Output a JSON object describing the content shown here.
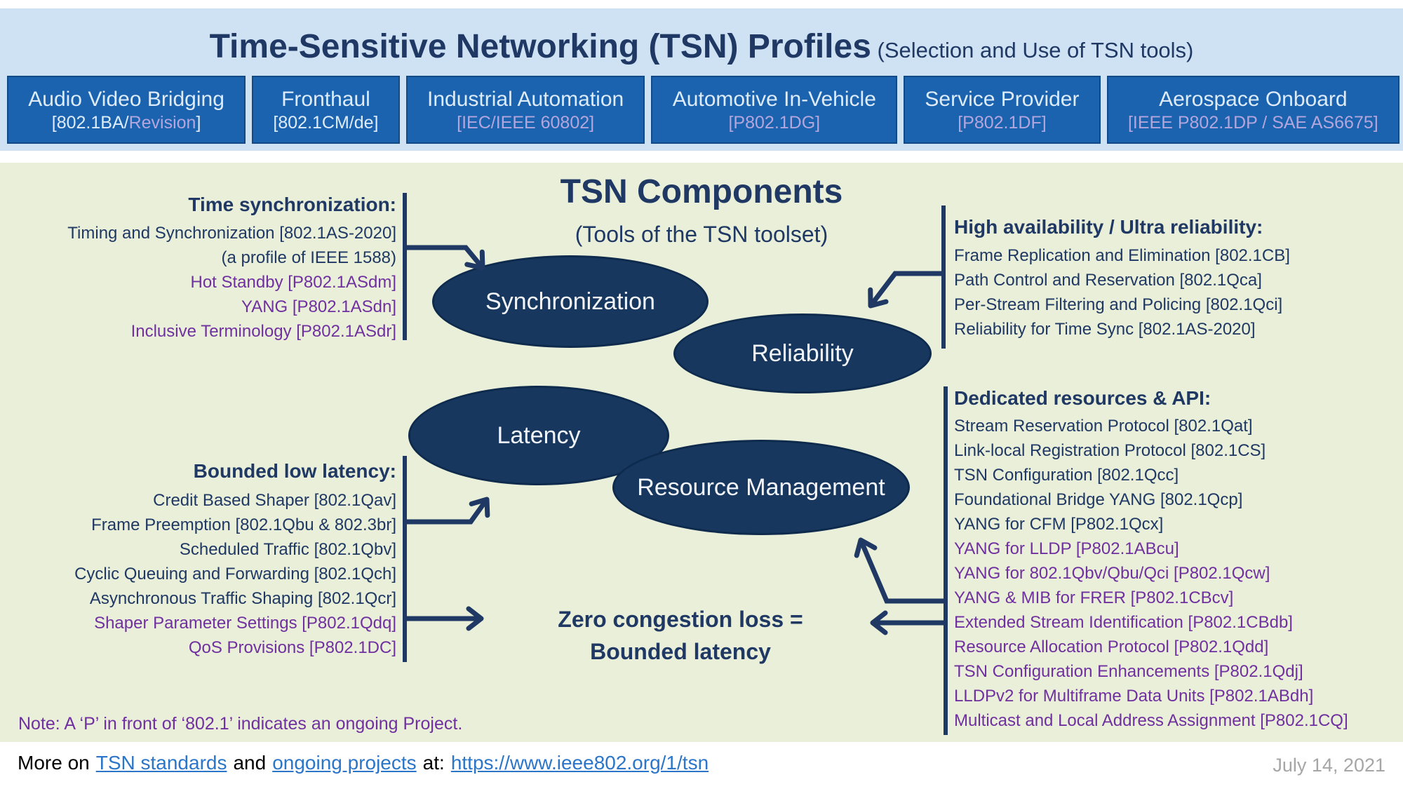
{
  "slide": {
    "title": "Time-Sensitive Networking (TSN) Profiles",
    "title_suffix": " (Selection and Use of TSN tools)",
    "date": "July 14, 2021"
  },
  "profiles": [
    {
      "name": "Audio Video Bridging",
      "sub_pre": "[802.1BA/",
      "sub_hl": "Revision",
      "sub_post": "]"
    },
    {
      "name": "Fronthaul",
      "sub_pre": "[802.1CM/de]",
      "sub_hl": "",
      "sub_post": ""
    },
    {
      "name": "Industrial Automation",
      "sub_pre": "",
      "sub_hl": "[IEC/IEEE 60802]",
      "sub_post": ""
    },
    {
      "name": "Automotive In-Vehicle",
      "sub_pre": "",
      "sub_hl": "[P802.1DG]",
      "sub_post": ""
    },
    {
      "name": "Service Provider",
      "sub_pre": "",
      "sub_hl": "[P802.1DF]",
      "sub_post": ""
    },
    {
      "name": "Aerospace Onboard",
      "sub_pre": "",
      "sub_hl": "[IEEE P802.1DP / SAE AS6675]",
      "sub_post": ""
    }
  ],
  "components": {
    "heading": "TSN Components",
    "subheading": "(Tools of the TSN toolset)",
    "synchronization": "Synchronization",
    "reliability": "Reliability",
    "latency": "Latency",
    "resource_management": "Resource Management"
  },
  "time_sync": {
    "heading": "Time synchronization:",
    "items": [
      {
        "text": "Timing and Synchronization [802.1AS-2020]",
        "color": "navy"
      },
      {
        "text": "(a profile of IEEE 1588)",
        "color": "navy"
      },
      {
        "text": "Hot Standby [P802.1ASdm]",
        "color": "purple"
      },
      {
        "text": "YANG [P802.1ASdn]",
        "color": "purple"
      },
      {
        "text": "Inclusive Terminology [P802.1ASdr]",
        "color": "purple"
      }
    ]
  },
  "bounded_low_latency": {
    "heading": "Bounded low latency:",
    "items": [
      {
        "text": "Credit Based Shaper [802.1Qav]",
        "color": "navy"
      },
      {
        "text": "Frame Preemption [802.1Qbu & 802.3br]",
        "color": "navy"
      },
      {
        "text": "Scheduled Traffic [802.1Qbv]",
        "color": "navy"
      },
      {
        "text": "Cyclic Queuing and Forwarding [802.1Qch]",
        "color": "navy"
      },
      {
        "text": "Asynchronous Traffic Shaping [802.1Qcr]",
        "color": "navy"
      },
      {
        "text": "Shaper Parameter Settings [P802.1Qdq]",
        "color": "purple"
      },
      {
        "text": "QoS Provisions [P802.1DC]",
        "color": "purple"
      }
    ]
  },
  "high_availability": {
    "heading": "High availability / Ultra reliability:",
    "items": [
      {
        "text": "Frame Replication and Elimination [802.1CB]",
        "color": "navy"
      },
      {
        "text": "Path Control and Reservation [802.1Qca]",
        "color": "navy"
      },
      {
        "text": "Per-Stream Filtering and Policing [802.1Qci]",
        "color": "navy"
      },
      {
        "text": "Reliability for Time Sync [802.1AS-2020]",
        "color": "navy"
      }
    ]
  },
  "dedicated_resources": {
    "heading": "Dedicated resources & API:",
    "items": [
      {
        "text": "Stream Reservation Protocol [802.1Qat]",
        "color": "navy"
      },
      {
        "text": "Link-local Registration Protocol [802.1CS]",
        "color": "navy"
      },
      {
        "text": "TSN Configuration [802.1Qcc]",
        "color": "navy"
      },
      {
        "text": "Foundational Bridge YANG [802.1Qcp]",
        "color": "navy"
      },
      {
        "text": "YANG for CFM [P802.1Qcx]",
        "color": "navy"
      },
      {
        "text": "YANG for LLDP [P802.1ABcu]",
        "color": "purple"
      },
      {
        "text": "YANG for 802.1Qbv/Qbu/Qci [P802.1Qcw]",
        "color": "purple"
      },
      {
        "text": "YANG & MIB for FRER [P802.1CBcv]",
        "color": "purple"
      },
      {
        "text": "Extended Stream Identification [P802.1CBdb]",
        "color": "purple"
      },
      {
        "text": "Resource Allocation Protocol [P802.1Qdd]",
        "color": "purple"
      },
      {
        "text": "TSN Configuration Enhancements [P802.1Qdj]",
        "color": "purple"
      },
      {
        "text": "LLDPv2 for Multiframe Data Units [P802.1ABdh]",
        "color": "purple"
      },
      {
        "text": "Multicast and Local Address Assignment [P802.1CQ]",
        "color": "purple"
      }
    ]
  },
  "center_claim": {
    "line1": "Zero congestion loss =",
    "line2": "Bounded latency"
  },
  "note": "Note: A ‘P’ in front of ‘802.1’ indicates an ongoing Project.",
  "footer": {
    "prefix": "More on",
    "link_standards": "TSN standards",
    "middle": "and",
    "link_projects": "ongoing projects",
    "suffix": "at:",
    "url": "https://www.ieee802.org/1/tsn"
  },
  "colors": {
    "navy": "#1f3864",
    "purple": "#7030a0",
    "box_blue": "#1b63ae",
    "band_blue": "#cfe2f3",
    "panel_green": "#e9efd8",
    "lavender": "#b3a6dd",
    "link_blue": "#2b76c9",
    "ellipse_navy": "#17375e",
    "date_gray": "#a6a6a6"
  }
}
